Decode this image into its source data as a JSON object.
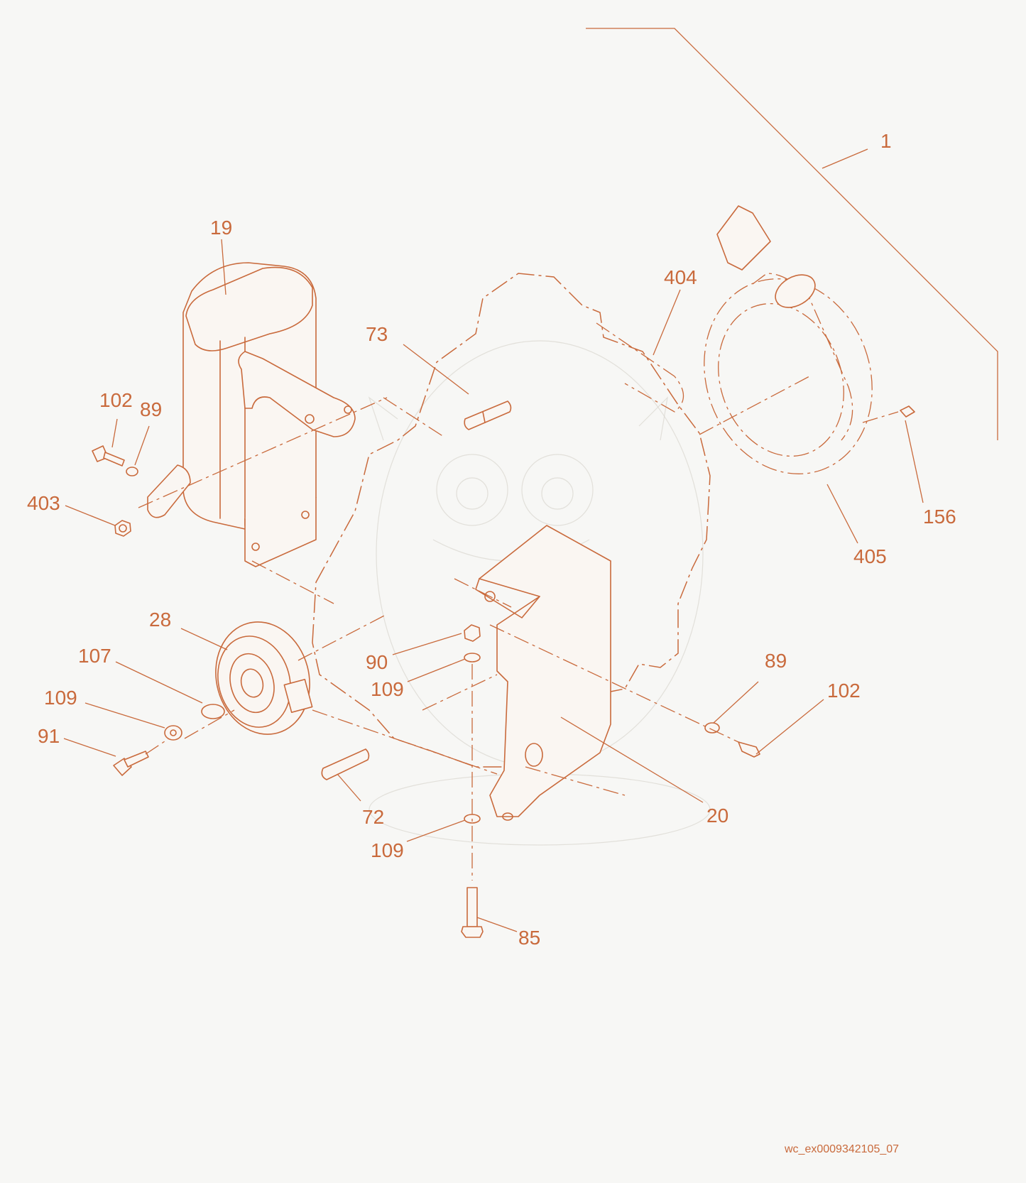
{
  "diagram": {
    "drawing_id": "wc_ex0009342105_07",
    "accent_color": "#c96a3c",
    "callouts": [
      {
        "id": "c1",
        "text": "1"
      },
      {
        "id": "c19",
        "text": "19"
      },
      {
        "id": "c404",
        "text": "404"
      },
      {
        "id": "c73",
        "text": "73"
      },
      {
        "id": "c102a",
        "text": "102"
      },
      {
        "id": "c89a",
        "text": "89"
      },
      {
        "id": "c403",
        "text": "403"
      },
      {
        "id": "c156",
        "text": "156"
      },
      {
        "id": "c405",
        "text": "405"
      },
      {
        "id": "c28",
        "text": "28"
      },
      {
        "id": "c107",
        "text": "107"
      },
      {
        "id": "c109a",
        "text": "109"
      },
      {
        "id": "c91",
        "text": "91"
      },
      {
        "id": "c90",
        "text": "90"
      },
      {
        "id": "c109b",
        "text": "109"
      },
      {
        "id": "c89b",
        "text": "89"
      },
      {
        "id": "c102b",
        "text": "102"
      },
      {
        "id": "c72",
        "text": "72"
      },
      {
        "id": "c20",
        "text": "20"
      },
      {
        "id": "c109c",
        "text": "109"
      },
      {
        "id": "c85",
        "text": "85"
      }
    ]
  }
}
